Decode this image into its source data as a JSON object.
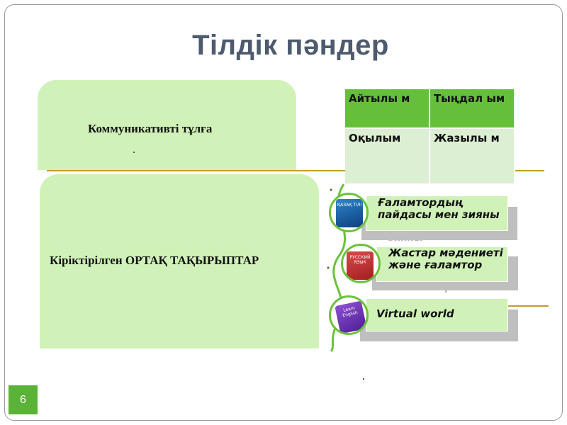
{
  "slide": {
    "title": "Тілдік пәндер",
    "page_number": "6"
  },
  "boxes": {
    "communicative": "Коммуникативті тұлға",
    "integrated": "Кіріктірілген ОРТАҚ ТАҚЫРЫПТАР"
  },
  "skills_table": {
    "rows": [
      [
        "Айтылы м",
        "Тыңдал ым"
      ],
      [
        "Оқылым",
        "Жазылы м"
      ]
    ]
  },
  "topics": [
    {
      "label": "Ғаламтордың пайдасы мен зияны",
      "icon": "kazakh-book-icon",
      "book_text": "ҚАЗАҚ ТІЛІ"
    },
    {
      "label": "Жастар мәдениеті және ғаламтор",
      "icon": "russian-book-icon",
      "book_text": "РУССКИЙ ЯЗЫК"
    },
    {
      "label": "Virtual world",
      "icon": "english-book-icon",
      "book_text": "Learn English"
    }
  ],
  "ghost_text": [
    "зияны",
    "ғаламтор"
  ],
  "colors": {
    "title": "#4e5b6e",
    "box_green": "#d0f2b8",
    "header_green": "#66bf3b",
    "rule_gold": "#c79a2c",
    "page_badge": "#5ab336"
  }
}
